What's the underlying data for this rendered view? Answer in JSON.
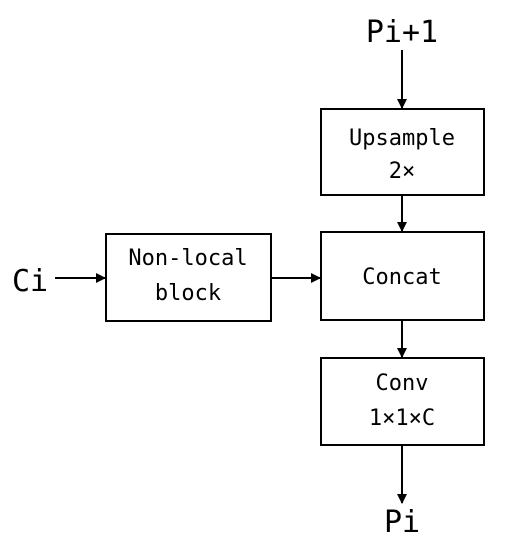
{
  "diagram": {
    "inputs": {
      "top": "Pi+1",
      "left": "Ci"
    },
    "output": "Pi",
    "blocks": {
      "upsample": {
        "line1": "Upsample",
        "line2": "2×"
      },
      "nonlocal": {
        "line1": "Non-local",
        "line2": "block"
      },
      "concat": {
        "line1": "Concat"
      },
      "conv": {
        "line1": "Conv",
        "line2": "1×1×C"
      }
    }
  }
}
